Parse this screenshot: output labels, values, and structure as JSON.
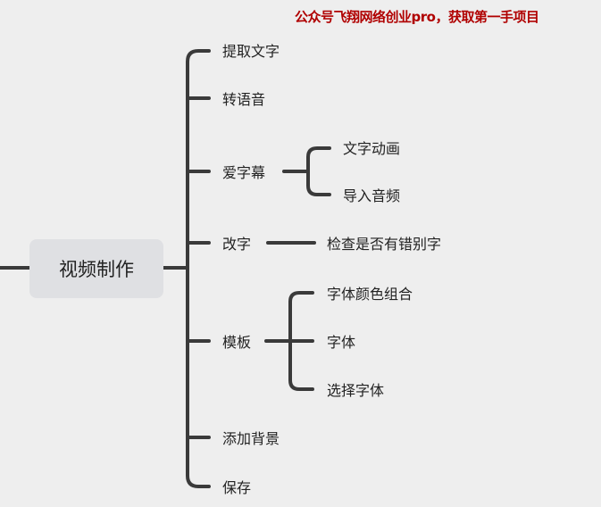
{
  "root": "视频制作",
  "branches": [
    "提取文字",
    "转语音",
    "爱字幕",
    "改字",
    "模板",
    "添加背景",
    "保存"
  ],
  "subtitle_children": [
    "文字动画",
    "导入音频"
  ],
  "edit_children": [
    "检查是否有错别字"
  ],
  "template_children": [
    "字体颜色组合",
    "字体",
    "选择字体"
  ],
  "watermark": "公众号飞翔网络创业pro，获取第一手项目"
}
